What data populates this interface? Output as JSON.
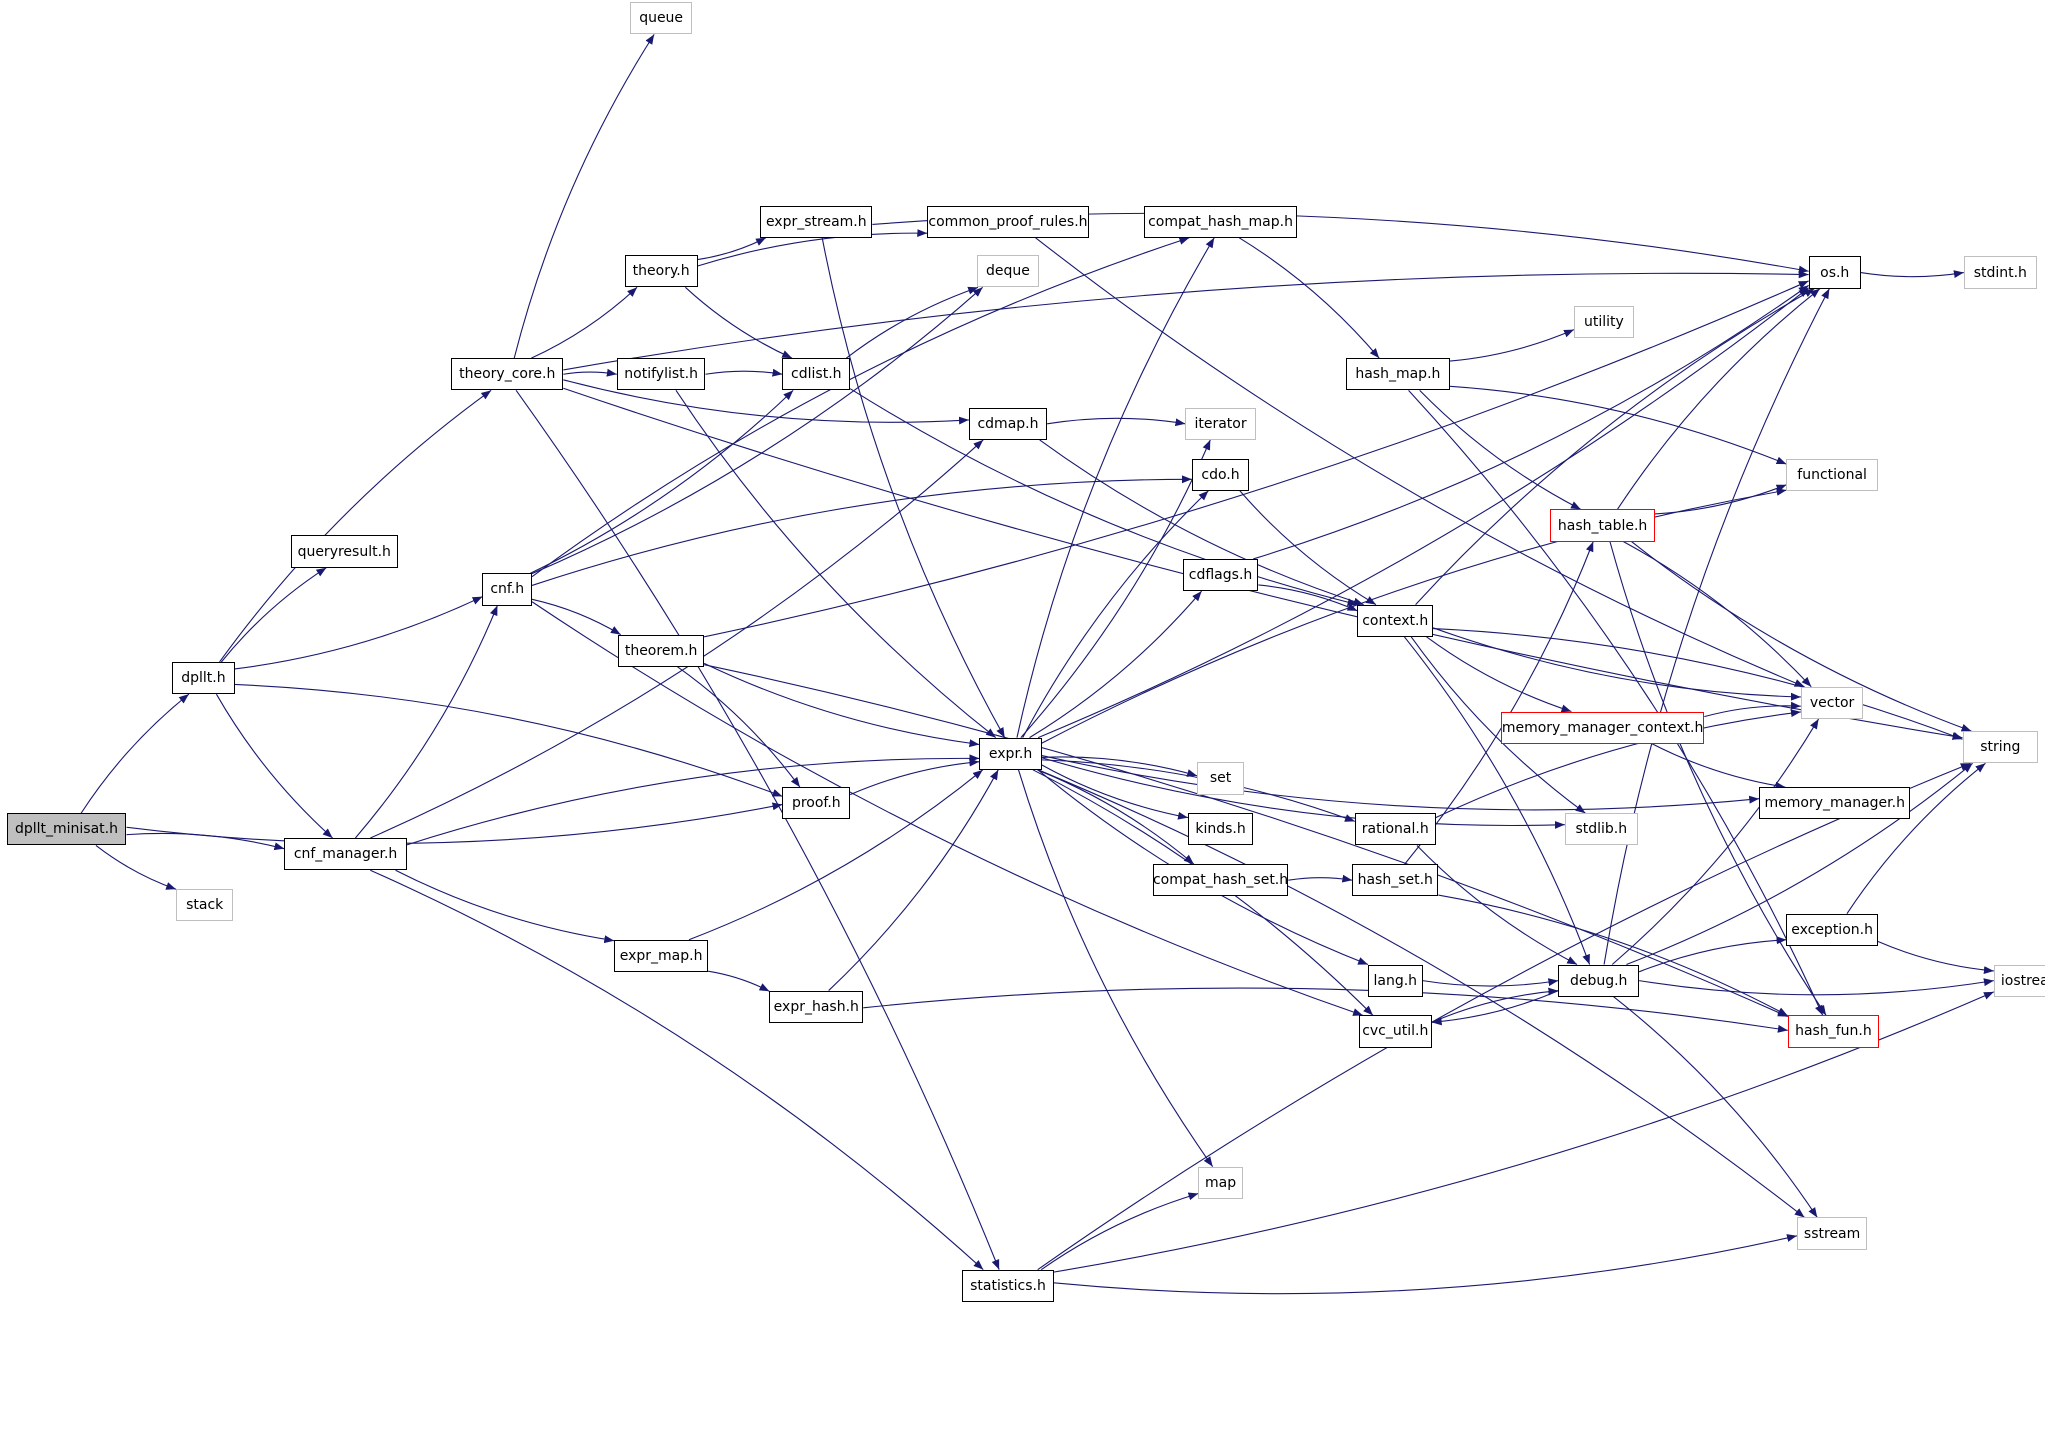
{
  "title": "dpllt_minisat.h include dependency graph",
  "colors": {
    "edge": "#191970",
    "node_border": "#000000",
    "external_border": "#bfbfbf",
    "missing_border": "#ff0000",
    "root_fill": "#bfbfbf"
  },
  "nodes": [
    {
      "id": "dpllt_minisat",
      "label": "dpllt_minisat.h",
      "kind": "root"
    },
    {
      "id": "dpllt",
      "label": "dpllt.h",
      "kind": "local"
    },
    {
      "id": "stack",
      "label": "stack",
      "kind": "external"
    },
    {
      "id": "cnf_manager",
      "label": "cnf_manager.h",
      "kind": "local"
    },
    {
      "id": "queryresult",
      "label": "queryresult.h",
      "kind": "local"
    },
    {
      "id": "cnf",
      "label": "cnf.h",
      "kind": "local"
    },
    {
      "id": "theory_core",
      "label": "theory_core.h",
      "kind": "local"
    },
    {
      "id": "queue",
      "label": "queue",
      "kind": "external"
    },
    {
      "id": "theory",
      "label": "theory.h",
      "kind": "local"
    },
    {
      "id": "notifylist",
      "label": "notifylist.h",
      "kind": "local"
    },
    {
      "id": "theorem",
      "label": "theorem.h",
      "kind": "local"
    },
    {
      "id": "proof",
      "label": "proof.h",
      "kind": "local"
    },
    {
      "id": "expr_map",
      "label": "expr_map.h",
      "kind": "local"
    },
    {
      "id": "expr_hash",
      "label": "expr_hash.h",
      "kind": "local"
    },
    {
      "id": "statistics",
      "label": "statistics.h",
      "kind": "local"
    },
    {
      "id": "expr_stream",
      "label": "expr_stream.h",
      "kind": "local"
    },
    {
      "id": "common_proof_rules",
      "label": "common_proof_rules.h",
      "kind": "local"
    },
    {
      "id": "deque",
      "label": "deque",
      "kind": "external"
    },
    {
      "id": "cdlist",
      "label": "cdlist.h",
      "kind": "local"
    },
    {
      "id": "cdmap",
      "label": "cdmap.h",
      "kind": "local"
    },
    {
      "id": "expr",
      "label": "expr.h",
      "kind": "local"
    },
    {
      "id": "compat_hash_map",
      "label": "compat_hash_map.h",
      "kind": "local"
    },
    {
      "id": "iterator",
      "label": "iterator",
      "kind": "external"
    },
    {
      "id": "cdo",
      "label": "cdo.h",
      "kind": "local"
    },
    {
      "id": "cdflags",
      "label": "cdflags.h",
      "kind": "local"
    },
    {
      "id": "set",
      "label": "set",
      "kind": "external"
    },
    {
      "id": "kinds",
      "label": "kinds.h",
      "kind": "local"
    },
    {
      "id": "compat_hash_set",
      "label": "compat_hash_set.h",
      "kind": "local"
    },
    {
      "id": "map",
      "label": "map",
      "kind": "external"
    },
    {
      "id": "context",
      "label": "context.h",
      "kind": "local"
    },
    {
      "id": "rational",
      "label": "rational.h",
      "kind": "local"
    },
    {
      "id": "hash_set",
      "label": "hash_set.h",
      "kind": "local"
    },
    {
      "id": "lang",
      "label": "lang.h",
      "kind": "local"
    },
    {
      "id": "cvc_util",
      "label": "cvc_util.h",
      "kind": "local"
    },
    {
      "id": "hash_map",
      "label": "hash_map.h",
      "kind": "local"
    },
    {
      "id": "utility",
      "label": "utility",
      "kind": "external"
    },
    {
      "id": "hash_table",
      "label": "hash_table.h",
      "kind": "missing"
    },
    {
      "id": "memory_manager_context",
      "label": "memory_manager_context.h",
      "kind": "missing"
    },
    {
      "id": "stdlib",
      "label": "stdlib.h",
      "kind": "external"
    },
    {
      "id": "debug",
      "label": "debug.h",
      "kind": "local"
    },
    {
      "id": "sstream",
      "label": "sstream",
      "kind": "external"
    },
    {
      "id": "os",
      "label": "os.h",
      "kind": "local"
    },
    {
      "id": "stdint",
      "label": "stdint.h",
      "kind": "external"
    },
    {
      "id": "functional",
      "label": "functional",
      "kind": "external"
    },
    {
      "id": "vector",
      "label": "vector",
      "kind": "external"
    },
    {
      "id": "memory_manager",
      "label": "memory_manager.h",
      "kind": "local"
    },
    {
      "id": "exception",
      "label": "exception.h",
      "kind": "local"
    },
    {
      "id": "hash_fun",
      "label": "hash_fun.h",
      "kind": "missing"
    },
    {
      "id": "string",
      "label": "string",
      "kind": "external"
    },
    {
      "id": "iostream",
      "label": "iostream",
      "kind": "external"
    }
  ],
  "edges": [
    [
      "dpllt_minisat",
      "dpllt"
    ],
    [
      "dpllt_minisat",
      "stack"
    ],
    [
      "dpllt_minisat",
      "cnf_manager"
    ],
    [
      "dpllt_minisat",
      "proof"
    ],
    [
      "dpllt",
      "queryresult"
    ],
    [
      "dpllt",
      "cnf"
    ],
    [
      "dpllt",
      "theory_core"
    ],
    [
      "dpllt",
      "cnf_manager"
    ],
    [
      "dpllt",
      "proof"
    ],
    [
      "cnf_manager",
      "cnf"
    ],
    [
      "cnf_manager",
      "expr"
    ],
    [
      "cnf_manager",
      "expr_map"
    ],
    [
      "cnf_manager",
      "statistics"
    ],
    [
      "cnf_manager",
      "cdmap"
    ],
    [
      "cnf",
      "theorem"
    ],
    [
      "cnf",
      "cdlist"
    ],
    [
      "cnf",
      "cdo"
    ],
    [
      "cnf",
      "deque"
    ],
    [
      "cnf",
      "compat_hash_map"
    ],
    [
      "cnf",
      "cvc_util"
    ],
    [
      "theory_core",
      "queue"
    ],
    [
      "theory_core",
      "theory"
    ],
    [
      "theory_core",
      "notifylist"
    ],
    [
      "theory_core",
      "cdmap"
    ],
    [
      "theory_core",
      "statistics"
    ],
    [
      "theory_core",
      "string"
    ],
    [
      "theory_core",
      "os"
    ],
    [
      "theory",
      "expr_stream"
    ],
    [
      "theory",
      "common_proof_rules"
    ],
    [
      "theory",
      "cdlist"
    ],
    [
      "notifylist",
      "cdlist"
    ],
    [
      "notifylist",
      "expr"
    ],
    [
      "theorem",
      "proof"
    ],
    [
      "theorem",
      "expr"
    ],
    [
      "theorem",
      "hash_fun"
    ],
    [
      "theorem",
      "os"
    ],
    [
      "proof",
      "expr"
    ],
    [
      "expr_map",
      "expr"
    ],
    [
      "expr_map",
      "expr_hash"
    ],
    [
      "expr_hash",
      "expr"
    ],
    [
      "expr_hash",
      "hash_fun"
    ],
    [
      "expr_stream",
      "expr"
    ],
    [
      "expr_stream",
      "os"
    ],
    [
      "common_proof_rules",
      "vector"
    ],
    [
      "cdlist",
      "deque"
    ],
    [
      "cdlist",
      "context"
    ],
    [
      "cdmap",
      "iterator"
    ],
    [
      "cdmap",
      "context"
    ],
    [
      "expr",
      "compat_hash_map"
    ],
    [
      "expr",
      "iterator"
    ],
    [
      "expr",
      "cdo"
    ],
    [
      "expr",
      "cdflags"
    ],
    [
      "expr",
      "set"
    ],
    [
      "expr",
      "kinds"
    ],
    [
      "expr",
      "compat_hash_set"
    ],
    [
      "expr",
      "map"
    ],
    [
      "expr",
      "rational"
    ],
    [
      "expr",
      "lang"
    ],
    [
      "expr",
      "cvc_util"
    ],
    [
      "expr",
      "stdlib"
    ],
    [
      "expr",
      "sstream"
    ],
    [
      "expr",
      "os"
    ],
    [
      "expr",
      "functional"
    ],
    [
      "expr",
      "memory_manager"
    ],
    [
      "compat_hash_map",
      "hash_map"
    ],
    [
      "cdo",
      "context"
    ],
    [
      "cdflags",
      "context"
    ],
    [
      "cdflags",
      "os"
    ],
    [
      "compat_hash_set",
      "hash_set"
    ],
    [
      "context",
      "memory_manager_context"
    ],
    [
      "context",
      "debug"
    ],
    [
      "context",
      "vector"
    ],
    [
      "context",
      "string"
    ],
    [
      "context",
      "stdlib"
    ],
    [
      "context",
      "os"
    ],
    [
      "rational",
      "debug"
    ],
    [
      "rational",
      "vector"
    ],
    [
      "hash_set",
      "hash_table"
    ],
    [
      "hash_set",
      "hash_fun"
    ],
    [
      "lang",
      "debug"
    ],
    [
      "cvc_util",
      "debug"
    ],
    [
      "hash_map",
      "utility"
    ],
    [
      "hash_map",
      "functional"
    ],
    [
      "hash_map",
      "hash_table"
    ],
    [
      "hash_map",
      "hash_fun"
    ],
    [
      "hash_table",
      "functional"
    ],
    [
      "hash_table",
      "vector"
    ],
    [
      "hash_table",
      "string"
    ],
    [
      "hash_table",
      "os"
    ],
    [
      "hash_table",
      "hash_fun"
    ],
    [
      "memory_manager_context",
      "vector"
    ],
    [
      "memory_manager_context",
      "memory_manager"
    ],
    [
      "debug",
      "exception"
    ],
    [
      "debug",
      "iostream"
    ],
    [
      "debug",
      "sstream"
    ],
    [
      "debug",
      "string"
    ],
    [
      "debug",
      "os"
    ],
    [
      "debug",
      "vector"
    ],
    [
      "debug",
      "cvc_util"
    ],
    [
      "exception",
      "iostream"
    ],
    [
      "exception",
      "string"
    ],
    [
      "os",
      "stdint"
    ],
    [
      "statistics",
      "map"
    ],
    [
      "statistics",
      "sstream"
    ],
    [
      "statistics",
      "string"
    ],
    [
      "statistics",
      "iostream"
    ]
  ]
}
